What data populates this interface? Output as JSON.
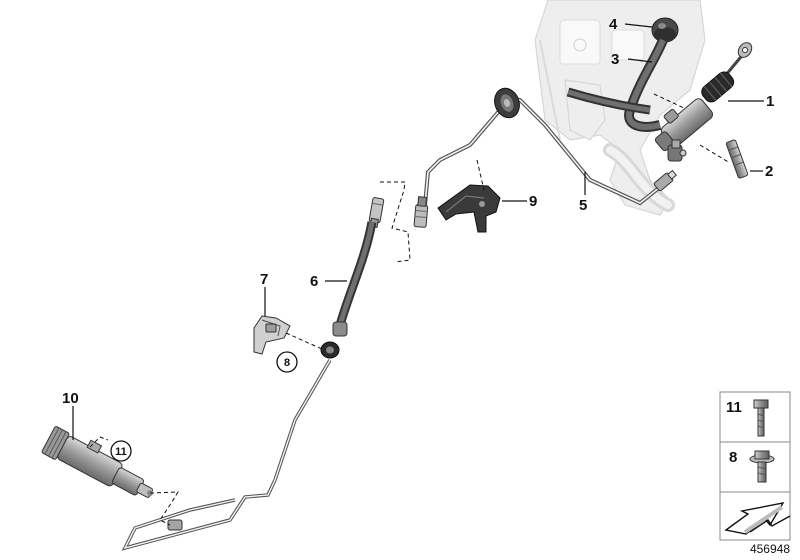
{
  "callouts": [
    {
      "id": "1",
      "label": "1"
    },
    {
      "id": "2",
      "label": "2"
    },
    {
      "id": "3",
      "label": "3"
    },
    {
      "id": "4",
      "label": "4"
    },
    {
      "id": "5",
      "label": "5"
    },
    {
      "id": "6",
      "label": "6"
    },
    {
      "id": "7",
      "label": "7"
    },
    {
      "id": "8",
      "label": "8"
    },
    {
      "id": "9",
      "label": "9"
    },
    {
      "id": "10",
      "label": "10"
    },
    {
      "id": "11",
      "label": "11"
    }
  ],
  "legend": {
    "items": [
      {
        "label": "11",
        "icon": "hex-bolt-icon"
      },
      {
        "label": "8",
        "icon": "flange-bolt-icon"
      }
    ],
    "nav_icon": "arrow-icon"
  },
  "reference_number": "456948",
  "colors": {
    "line": "#111111",
    "ghost": "#eeeeee",
    "part": "#8c8c8c",
    "hose": "#333333"
  }
}
